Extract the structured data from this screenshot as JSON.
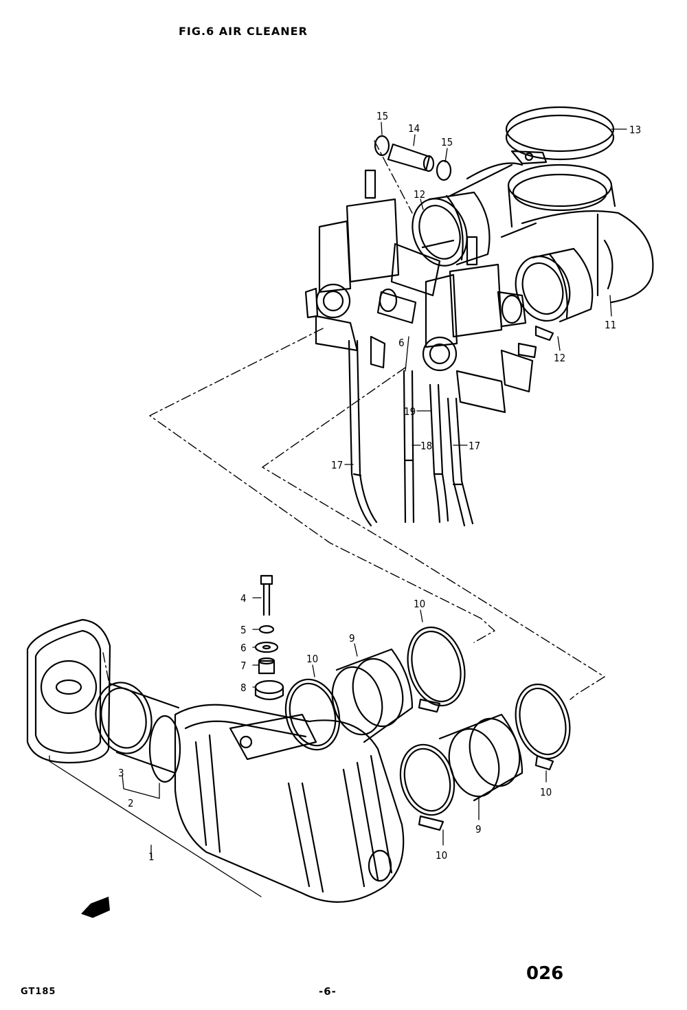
{
  "header": {
    "title": "FIG.6  AIR CLEANER"
  },
  "footer": {
    "code": "026",
    "model": "GT185",
    "page": "-6-"
  },
  "callouts": [
    "1",
    "2",
    "3",
    "4",
    "5",
    "6",
    "7",
    "8",
    "9",
    "10",
    "11",
    "12",
    "13",
    "14",
    "15",
    "17",
    "18",
    "19"
  ],
  "colors": {
    "ink": "#000000",
    "paper": "#ffffff"
  },
  "icons": {
    "direction": "front-arrow-icon"
  }
}
